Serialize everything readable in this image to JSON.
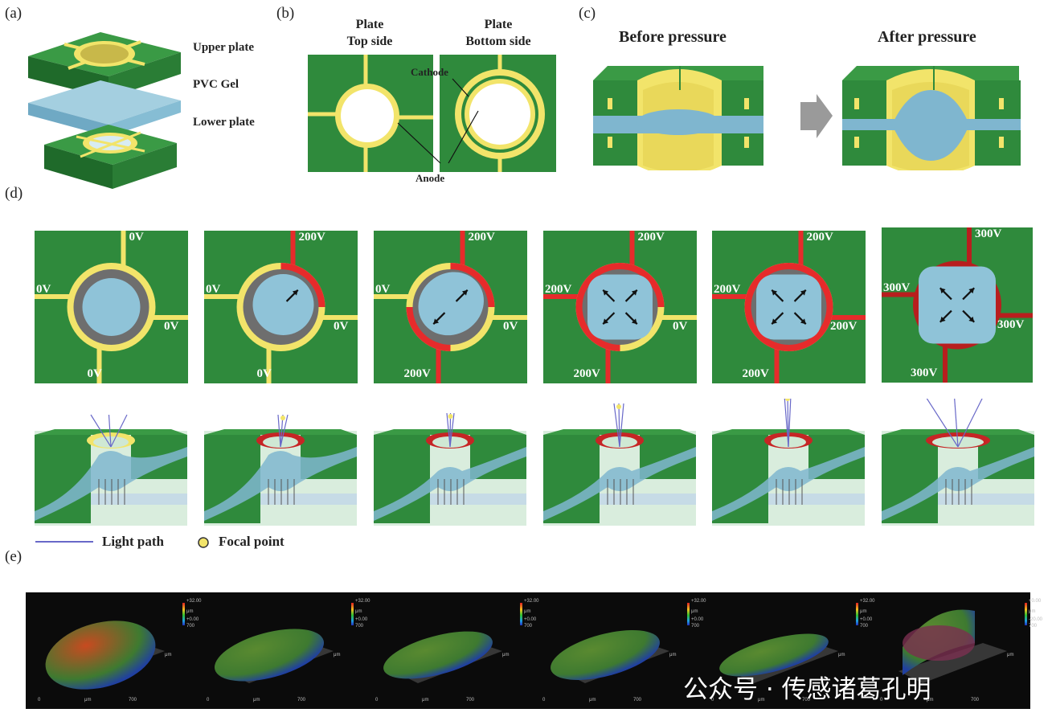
{
  "labels": {
    "a": "(a)",
    "b": "(b)",
    "c": "(c)",
    "d": "(d)",
    "e": "(e)"
  },
  "panel_a": {
    "upper_plate": "Upper plate",
    "pvc_gel": "PVC Gel",
    "lower_plate": "Lower plate"
  },
  "panel_b": {
    "top_header_1": "Plate",
    "top_header_2": "Top side",
    "bottom_header_1": "Plate",
    "bottom_header_2": "Bottom side",
    "cathode": "Cathode",
    "anode": "Anode"
  },
  "panel_c": {
    "before": "Before pressure",
    "after": "After pressure"
  },
  "panel_d": {
    "voltage_states": [
      {
        "top": "0V",
        "left": "0V",
        "right": "0V",
        "bottom": "0V"
      },
      {
        "top": "200V",
        "left": "0V",
        "right": "0V",
        "bottom": "0V"
      },
      {
        "top": "200V",
        "left": "0V",
        "right": "0V",
        "bottom": "200V"
      },
      {
        "top": "200V",
        "left": "200V",
        "right": "0V",
        "bottom": "200V"
      },
      {
        "top": "200V",
        "left": "200V",
        "right": "200V",
        "bottom": "200V"
      },
      {
        "top": "300V",
        "left": "300V",
        "right": "300V",
        "bottom": "300V"
      }
    ],
    "legend_light_path": "Light path",
    "legend_focal_point": "Focal point"
  },
  "panel_e": {
    "scales": [
      {
        "max": "+32.00",
        "min": "+0.00",
        "unit": "μm"
      },
      {
        "max": "+32.00",
        "min": "+0.00",
        "unit": "μm"
      },
      {
        "max": "+32.00",
        "min": "+0.00",
        "unit": "μm"
      },
      {
        "max": "+32.00",
        "min": "+0.00",
        "unit": "μm"
      },
      {
        "max": "+32.00",
        "min": "+0.00",
        "unit": "μm"
      },
      {
        "max": "+0.00",
        "min": "-20.00",
        "unit": "μm"
      }
    ],
    "axis_max": "700",
    "axis_zero": "0",
    "axis_unit": "μm",
    "watermark": "公众号 · 传感诸葛孔明"
  },
  "colors": {
    "green": "#2f8a3c",
    "yellow": "#f2e46a",
    "red": "#e62b2b",
    "gel": "#7fb6cf",
    "dark": "#0b0b0b"
  }
}
